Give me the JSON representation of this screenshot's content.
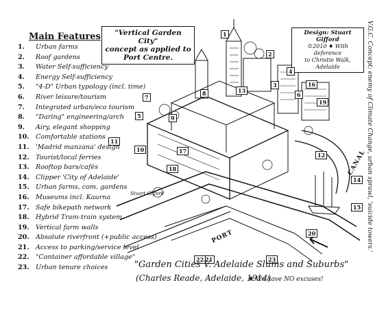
{
  "legend": {
    "title": "Main Features",
    "items": [
      {
        "num": "1.",
        "label": "Urban farms"
      },
      {
        "num": "2.",
        "label": "Roof gardens"
      },
      {
        "num": "3.",
        "label": "Water Self-sufficiency"
      },
      {
        "num": "4.",
        "label": "Energy Self-sufficiency"
      },
      {
        "num": "5.",
        "label": "\"4-D\" Urban typology (incl. time)"
      },
      {
        "num": "6.",
        "label": "River leisure/tourism"
      },
      {
        "num": "7.",
        "label": "Integrated urban/eco tourism"
      },
      {
        "num": "8.",
        "label": "\"Daring\" engineering/arch"
      },
      {
        "num": "9.",
        "label": "Airy, elegant shopping"
      },
      {
        "num": "10.",
        "label": "Comfortable stations"
      },
      {
        "num": "11.",
        "label": "'Madrid manzana' design"
      },
      {
        "num": "12.",
        "label": "Tourist/local ferries"
      },
      {
        "num": "13.",
        "label": "Rooftop bars/cafés"
      },
      {
        "num": "14.",
        "label": "Clipper 'City of Adelaide'"
      },
      {
        "num": "15.",
        "label": "Urban farms, com. gardens"
      },
      {
        "num": "16.",
        "label": "Museums incl. Kaurna"
      },
      {
        "num": "17.",
        "label": "Safe bikepath network"
      },
      {
        "num": "18.",
        "label": "Hybrid Tram-train system"
      },
      {
        "num": "19.",
        "label": "Vertical farm walls"
      },
      {
        "num": "20.",
        "label": "Absolute riverfront (+public access)"
      },
      {
        "num": "21.",
        "label": "Access to parking/service level"
      },
      {
        "num": "22.",
        "label": "\"Container affordable village\""
      },
      {
        "num": "23.",
        "label": "Urban tenure choices"
      }
    ]
  },
  "title_box": {
    "line1": "\"Vertical Garden City\"",
    "line2": "concept as applied to",
    "line3": "Port Centre."
  },
  "credit_box": {
    "line1": "Design: Stuart Gifford",
    "line2": "©2010 ♦ With deference",
    "line3": "to Christie Walk, Adelaide"
  },
  "right_note": "V.G.C. Concept; enemy of Climate Change, urban sprawl, 'suicide towers.'",
  "footer": {
    "line1": "\"Garden Cities V. Adelaide Slums and Suburbs\"",
    "line2": "(Charles Reade, Adelaide, 1914)",
    "note": "♦ We have NO excuses!"
  },
  "map_labels": {
    "canal": "CANAL",
    "port": "PORT",
    "signature": "Stuart Gifford",
    "tags": [
      "1",
      "2",
      "3",
      "4",
      "5",
      "6",
      "7",
      "8",
      "9",
      "10",
      "11",
      "12",
      "13",
      "14",
      "15",
      "16",
      "17",
      "18",
      "19",
      "20",
      "21",
      "22",
      "23"
    ]
  }
}
